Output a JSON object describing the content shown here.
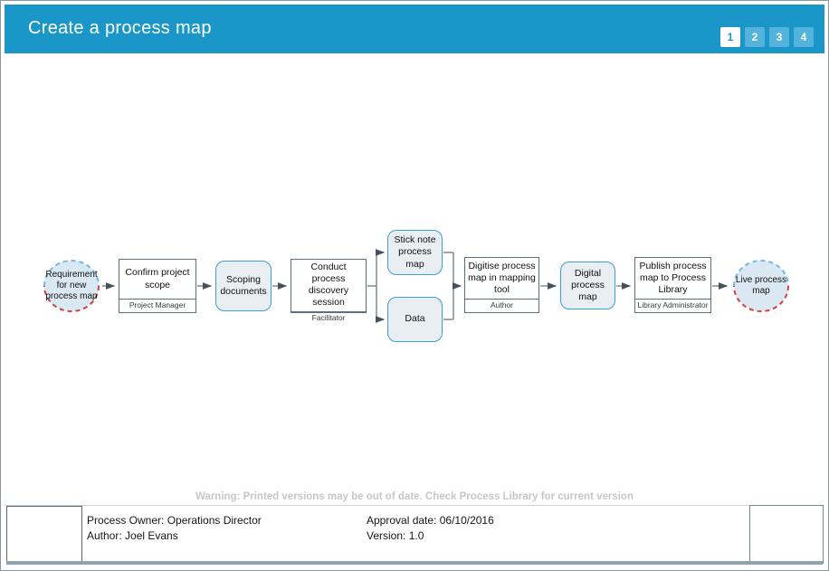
{
  "header": {
    "title": "Create a process map",
    "pages": [
      {
        "label": "1",
        "active": true
      },
      {
        "label": "2",
        "active": false
      },
      {
        "label": "3",
        "active": false
      },
      {
        "label": "4",
        "active": false
      }
    ]
  },
  "flow": {
    "nodes": [
      {
        "type": "event",
        "label": "Requirement for new process map"
      },
      {
        "type": "task",
        "label": "Confirm project scope",
        "role": "Project Manager"
      },
      {
        "type": "deliverable",
        "label": "Scoping documents"
      },
      {
        "type": "task",
        "label": "Conduct process discovery session",
        "role": "Facilitator"
      },
      {
        "type": "deliverable",
        "label": "Stick note process map"
      },
      {
        "type": "deliverable",
        "label": "Data"
      },
      {
        "type": "task",
        "label": "Digitise process map in mapping tool",
        "role": "Author"
      },
      {
        "type": "deliverable",
        "label": "Digital process map"
      },
      {
        "type": "task",
        "label": "Publish process map to Process Library",
        "role": "Library Administrator"
      },
      {
        "type": "event",
        "label": "Live process map"
      }
    ]
  },
  "warning": "Warning: Printed versions may be out of date. Check Process Library for current version",
  "footer": {
    "process_owner": "Process Owner: Operations Director",
    "author": "Author: Joel Evans",
    "approval_date": "Approval date: 06/10/2016",
    "version": "Version: 1.0"
  },
  "colors": {
    "header_blue": "#1b96c9",
    "pager_inactive_blue": "#54b3da",
    "deliverable_border_blue": "#3d9ed2",
    "event_top_dash_blue": "#74b9e4",
    "event_bottom_dash_red": "#d04040",
    "connector_gray": "#6a7a82"
  }
}
